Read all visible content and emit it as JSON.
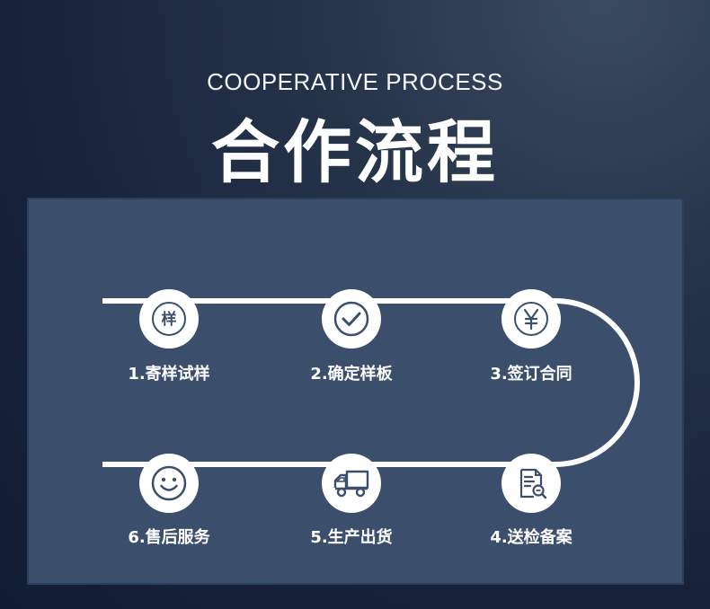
{
  "header": {
    "subtitle": "COOPERATIVE PROCESS",
    "title": "合作流程"
  },
  "colors": {
    "background": "#1a2740",
    "panel": "#3b4f6d",
    "track": "#ffffff",
    "icon": "#3b4f6d"
  },
  "steps": [
    {
      "label": "1.寄样试样",
      "icon": "sample-char-icon",
      "icon_text": "样"
    },
    {
      "label": "2.确定样板",
      "icon": "checkmark-icon"
    },
    {
      "label": "3.签订合同",
      "icon": "yen-icon"
    },
    {
      "label": "4.送检备案",
      "icon": "document-search-icon"
    },
    {
      "label": "5.生产出货",
      "icon": "truck-icon"
    },
    {
      "label": "6.售后服务",
      "icon": "smiley-icon"
    }
  ]
}
